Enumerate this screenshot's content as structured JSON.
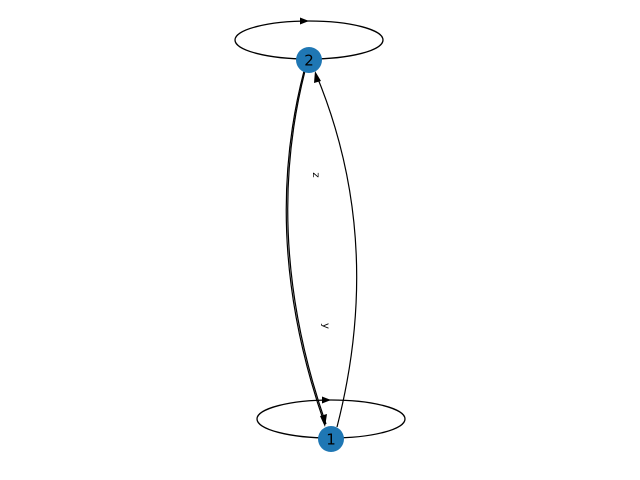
{
  "graph": {
    "directed": true,
    "node_color": "#1f77b4",
    "edge_color": "#000000",
    "nodes": [
      {
        "id": "2",
        "label": "2"
      },
      {
        "id": "1",
        "label": "1"
      }
    ],
    "edges": [
      {
        "source": "2",
        "target": "2",
        "label": ""
      },
      {
        "source": "1",
        "target": "1",
        "label": ""
      },
      {
        "source": "2",
        "target": "1",
        "label": ""
      },
      {
        "source": "1",
        "target": "2",
        "label": ""
      }
    ],
    "edge_labels": [
      "z",
      "y"
    ]
  }
}
